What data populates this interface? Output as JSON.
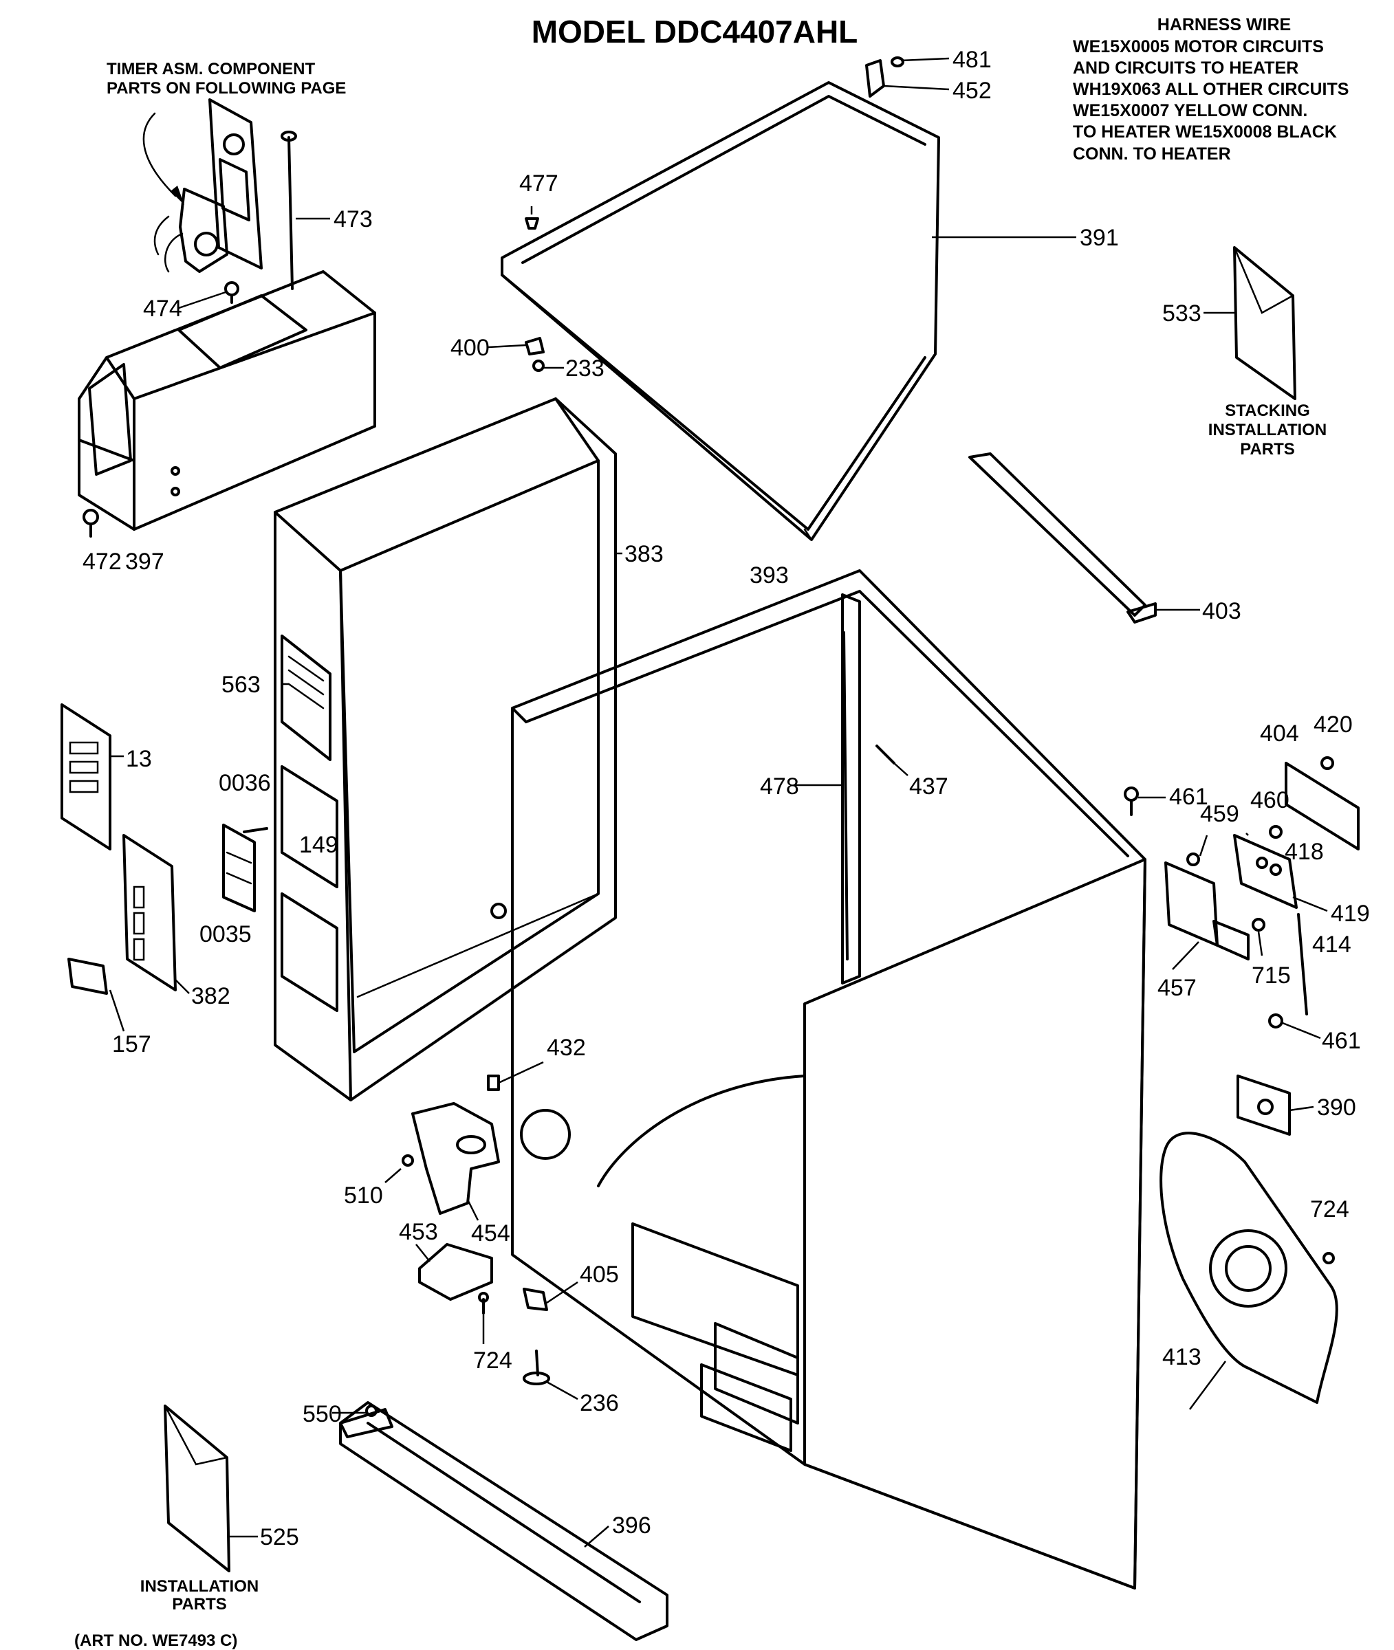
{
  "title": "MODEL DDC4407AHL",
  "harness_note": {
    "lines": [
      "HARNESS WIRE",
      "WE15X0005 MOTOR CIRCUITS",
      "AND CIRCUITS TO HEATER",
      "WH19X063 ALL OTHER CIRCUITS",
      "WE15X0007 YELLOW CONN.",
      "TO HEATER    WE15X0008 BLACK",
      "CONN. TO HEATER"
    ]
  },
  "timer_note": {
    "lines": [
      "TIMER ASM. COMPONENT",
      "PARTS ON FOLLOWING PAGE"
    ]
  },
  "stacking_note": {
    "lines": [
      "STACKING",
      "INSTALLATION",
      "PARTS"
    ]
  },
  "installation_note": {
    "lines": [
      "INSTALLATION",
      "PARTS"
    ]
  },
  "art_no": "(ART NO. WE7493 C)",
  "callouts": {
    "c481": "481",
    "c452": "452",
    "c473": "473",
    "c477": "477",
    "c391": "391",
    "c533": "533",
    "c474": "474",
    "c400": "400",
    "c233": "233",
    "c472": "472",
    "c397": "397",
    "c383": "383",
    "c393": "393",
    "c403": "403",
    "c563": "563",
    "c13": "13",
    "c0036": "0036",
    "c149": "149",
    "c0035": "0035",
    "c478": "478",
    "c437": "437",
    "c404": "404",
    "c420": "420",
    "c461a": "461",
    "c459": "459",
    "c460": "460",
    "c418": "418",
    "c419": "419",
    "c414": "414",
    "c457": "457",
    "c715": "715",
    "c461b": "461",
    "c157": "157",
    "c382": "382",
    "c432": "432",
    "c390": "390",
    "c510": "510",
    "c454": "454",
    "c724a": "724",
    "c453": "453",
    "c405": "405",
    "c724b": "724",
    "c413": "413",
    "c236": "236",
    "c550": "550",
    "c396": "396",
    "c525": "525"
  }
}
